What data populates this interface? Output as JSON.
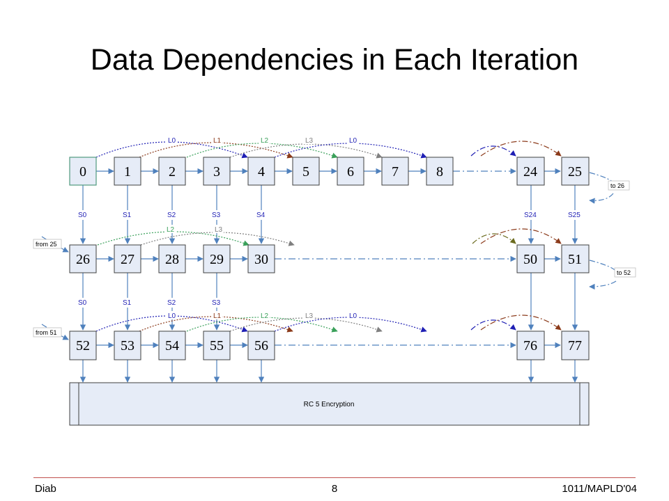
{
  "slide": {
    "title": "Data Dependencies in Each Iteration"
  },
  "footer": {
    "left": "Diab",
    "center": "8",
    "right": "1011/MAPLD'04"
  },
  "rows": [
    [
      "0",
      "1",
      "2",
      "3",
      "4",
      "5",
      "6",
      "7",
      "8",
      "24",
      "25"
    ],
    [
      "26",
      "27",
      "28",
      "29",
      "30",
      "50",
      "51"
    ],
    [
      "52",
      "53",
      "54",
      "55",
      "56",
      "76",
      "77"
    ]
  ],
  "s_labels": {
    "row1": [
      "S0",
      "S1",
      "S2",
      "S3",
      "S4",
      "S24",
      "S25"
    ],
    "row2": [
      "S0",
      "S1",
      "S2",
      "S3"
    ]
  },
  "l_labels": {
    "row1": [
      "L0",
      "L1",
      "L2",
      "L3",
      "L0"
    ],
    "row2": [
      "L2",
      "L3"
    ],
    "row3": [
      "L0",
      "L1",
      "L2",
      "L3",
      "L0"
    ]
  },
  "side_labels": {
    "to26": "to 26",
    "from25": "from 25",
    "to52": "to 52",
    "from51": "from 51"
  },
  "encryption": {
    "label": "RC 5 Encryption"
  },
  "colors": {
    "box_fill": "#e6ecf7",
    "box_border": "#3f3f3f",
    "first_box_border": "#4f9a7e",
    "arrow": "#4f81bd",
    "l0": "#1f1fb4",
    "l1": "#8b3a1a",
    "l2": "#3aa05a",
    "l3": "#808080",
    "footer_rule": "#c0504d"
  }
}
